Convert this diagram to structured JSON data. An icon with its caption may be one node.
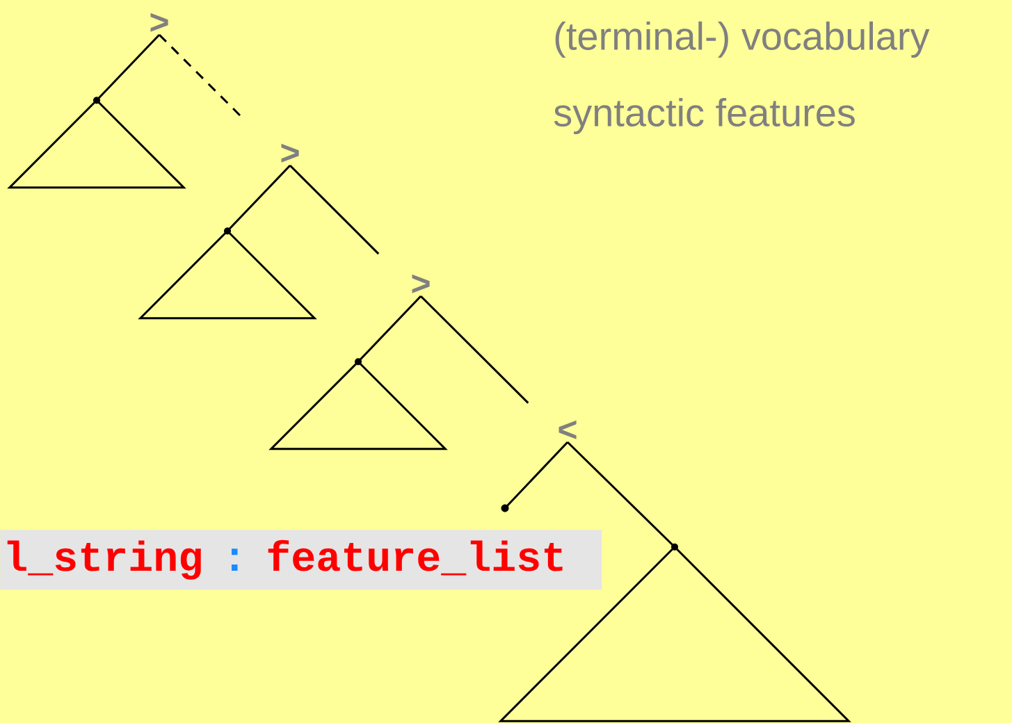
{
  "diagram": {
    "nodes": [
      {
        "text": [
          ">"
        ]
      },
      {
        "text": [],
        "shape": "triangle"
      },
      {
        "text": [
          ">"
        ]
      },
      {
        "text": [],
        "shape": "triangle"
      },
      {
        "text": [
          ">"
        ]
      },
      {
        "text": [],
        "shape": "triangle"
      },
      {
        "text": [
          "<"
        ]
      },
      {
        "text": [],
        "shape": "circle"
      },
      {
        "text": [],
        "shape": "triangle"
      },
      {
        "text": [
          "l_string",
          ":",
          "feature_list"
        ]
      }
    ],
    "edges": [
      {
        "from": 0,
        "to": 1,
        "arrow": "none"
      },
      {
        "from": 0,
        "to": 2,
        "arrow": "none",
        "style": "dashed"
      },
      {
        "from": 2,
        "to": 3,
        "arrow": "none"
      },
      {
        "from": 2,
        "to": 4,
        "arrow": "none"
      },
      {
        "from": 4,
        "to": 5,
        "arrow": "none"
      },
      {
        "from": 4,
        "to": 6,
        "arrow": "none"
      },
      {
        "from": 6,
        "to": 7,
        "arrow": "none"
      },
      {
        "from": 6,
        "to": 8,
        "arrow": "none"
      }
    ],
    "labels": [
      "(terminal-) vocabulary",
      "syntactic features"
    ]
  }
}
